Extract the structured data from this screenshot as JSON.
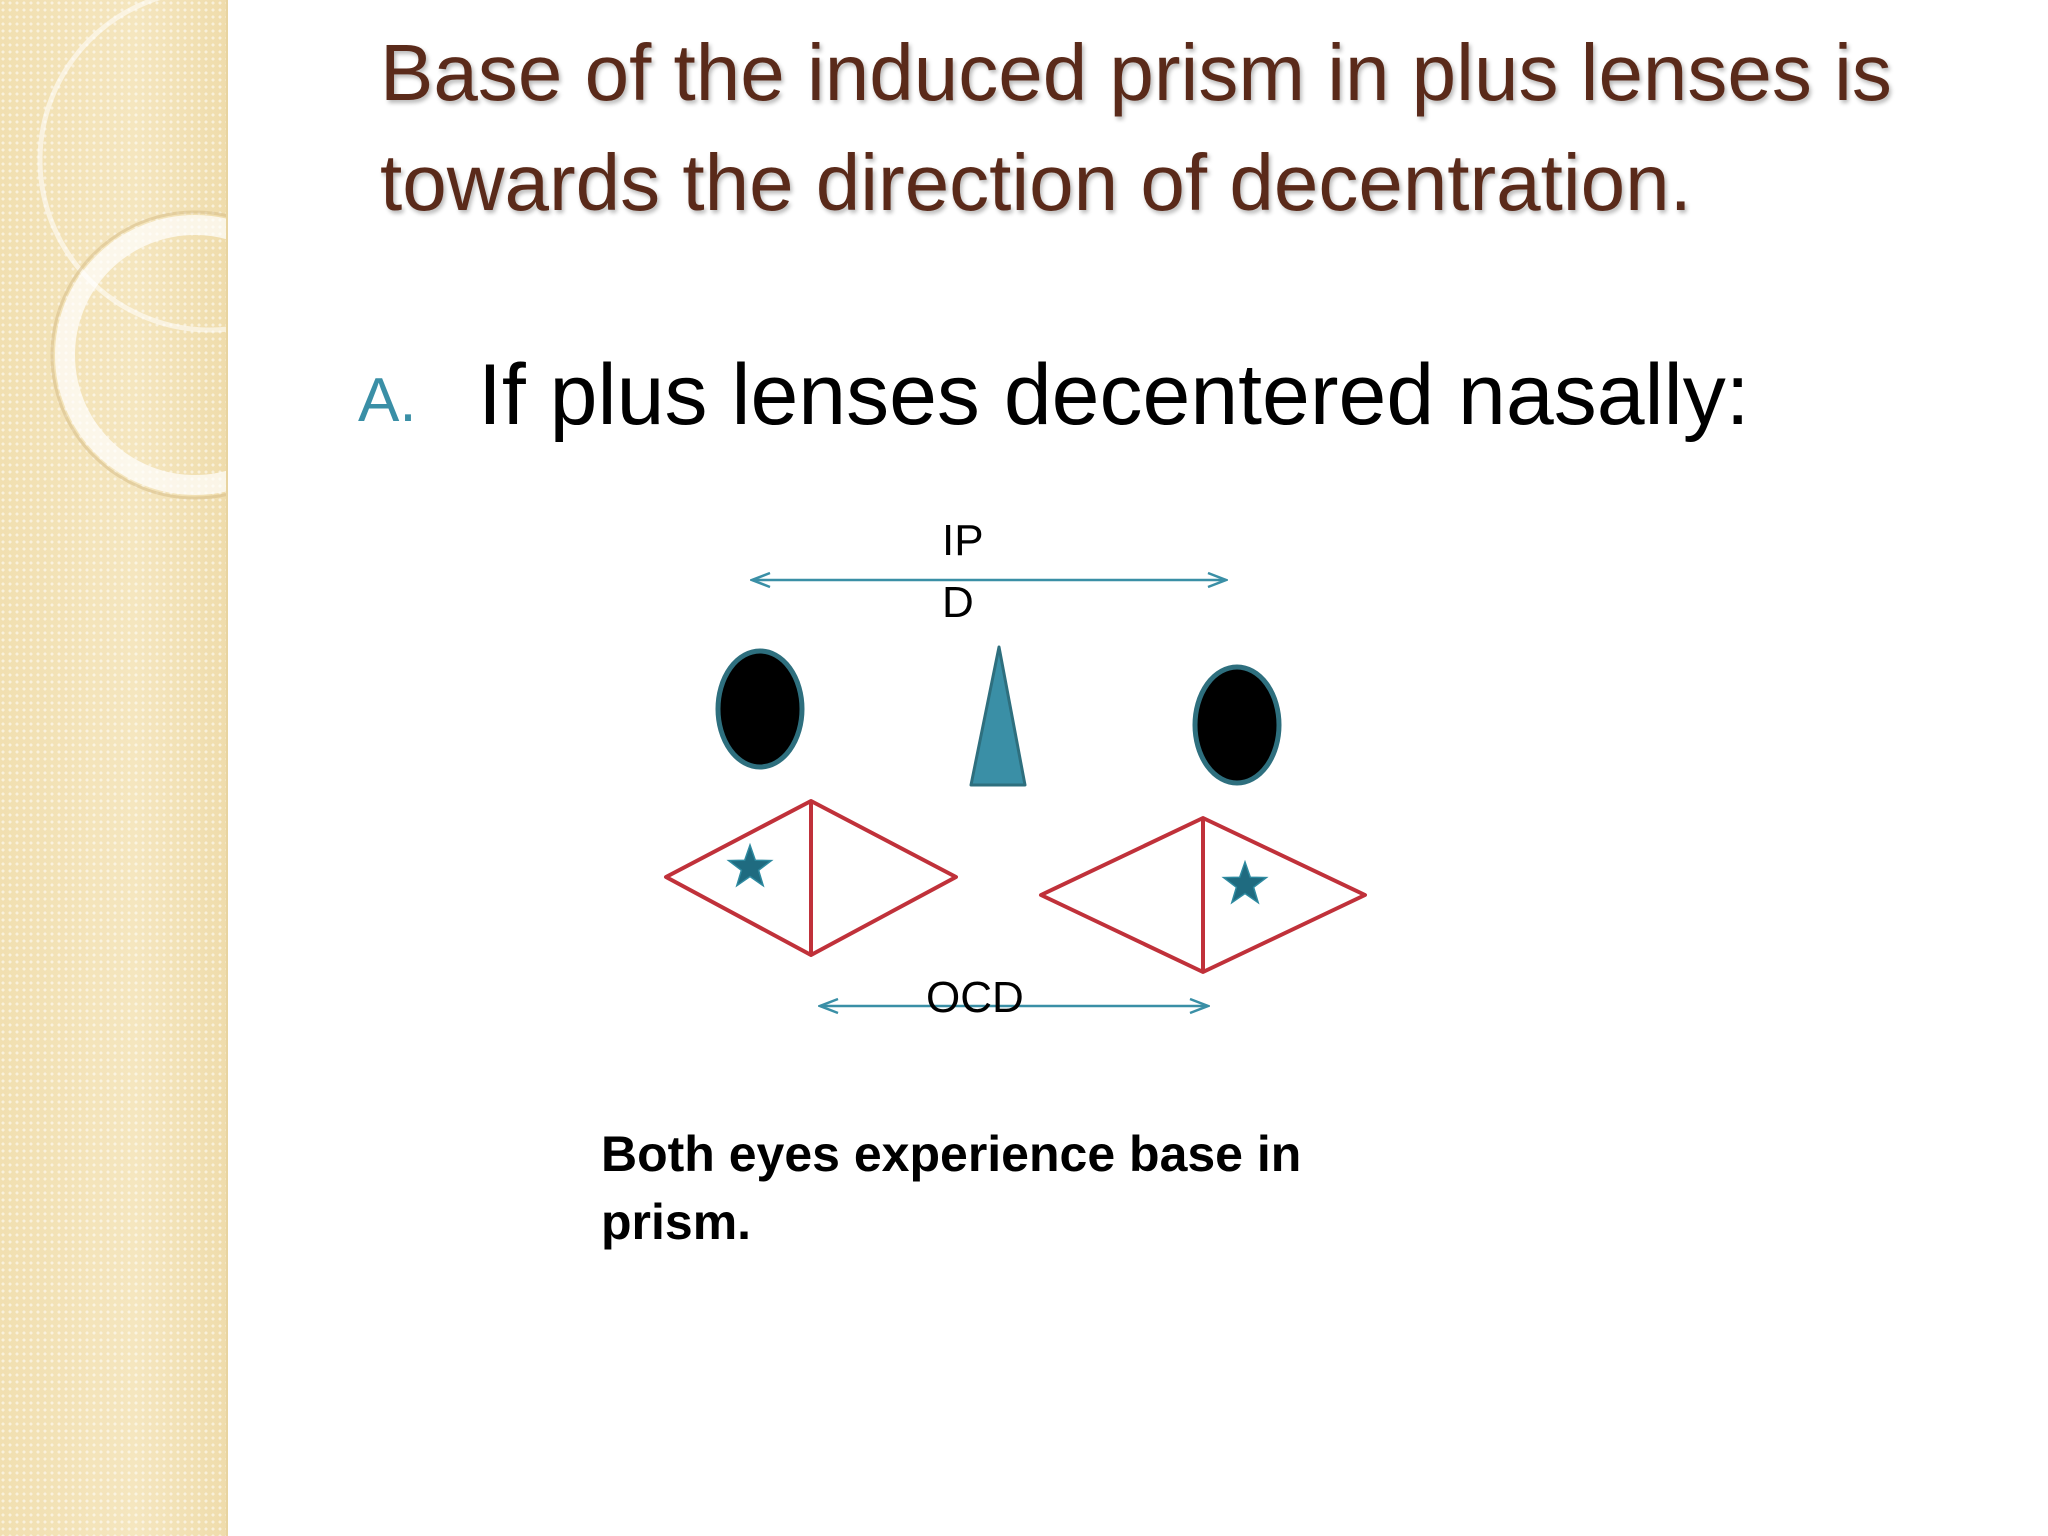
{
  "slide": {
    "title": "Base of the induced prism in plus lenses is towards the direction of decentration.",
    "bullet": {
      "marker": "A.",
      "text": "If plus lenses decentered nasally:"
    }
  },
  "diagram": {
    "ipd_label": "IPD",
    "ocd_label": "OCD",
    "caption": "Both eyes experience base in prism."
  },
  "colors": {
    "title": "#5a2a1a",
    "accent_teal": "#3a8fa6",
    "lens_outline": "#c0313a",
    "star": "#1f6b80",
    "pupil_fill": "#000000",
    "pupil_ring": "#2e6f7e",
    "side_panel": "#f3e2b6"
  },
  "icons": {
    "eye_left": "pupil-ellipse",
    "eye_right": "pupil-ellipse",
    "nose": "triangle",
    "lens_center_marker": "star"
  }
}
